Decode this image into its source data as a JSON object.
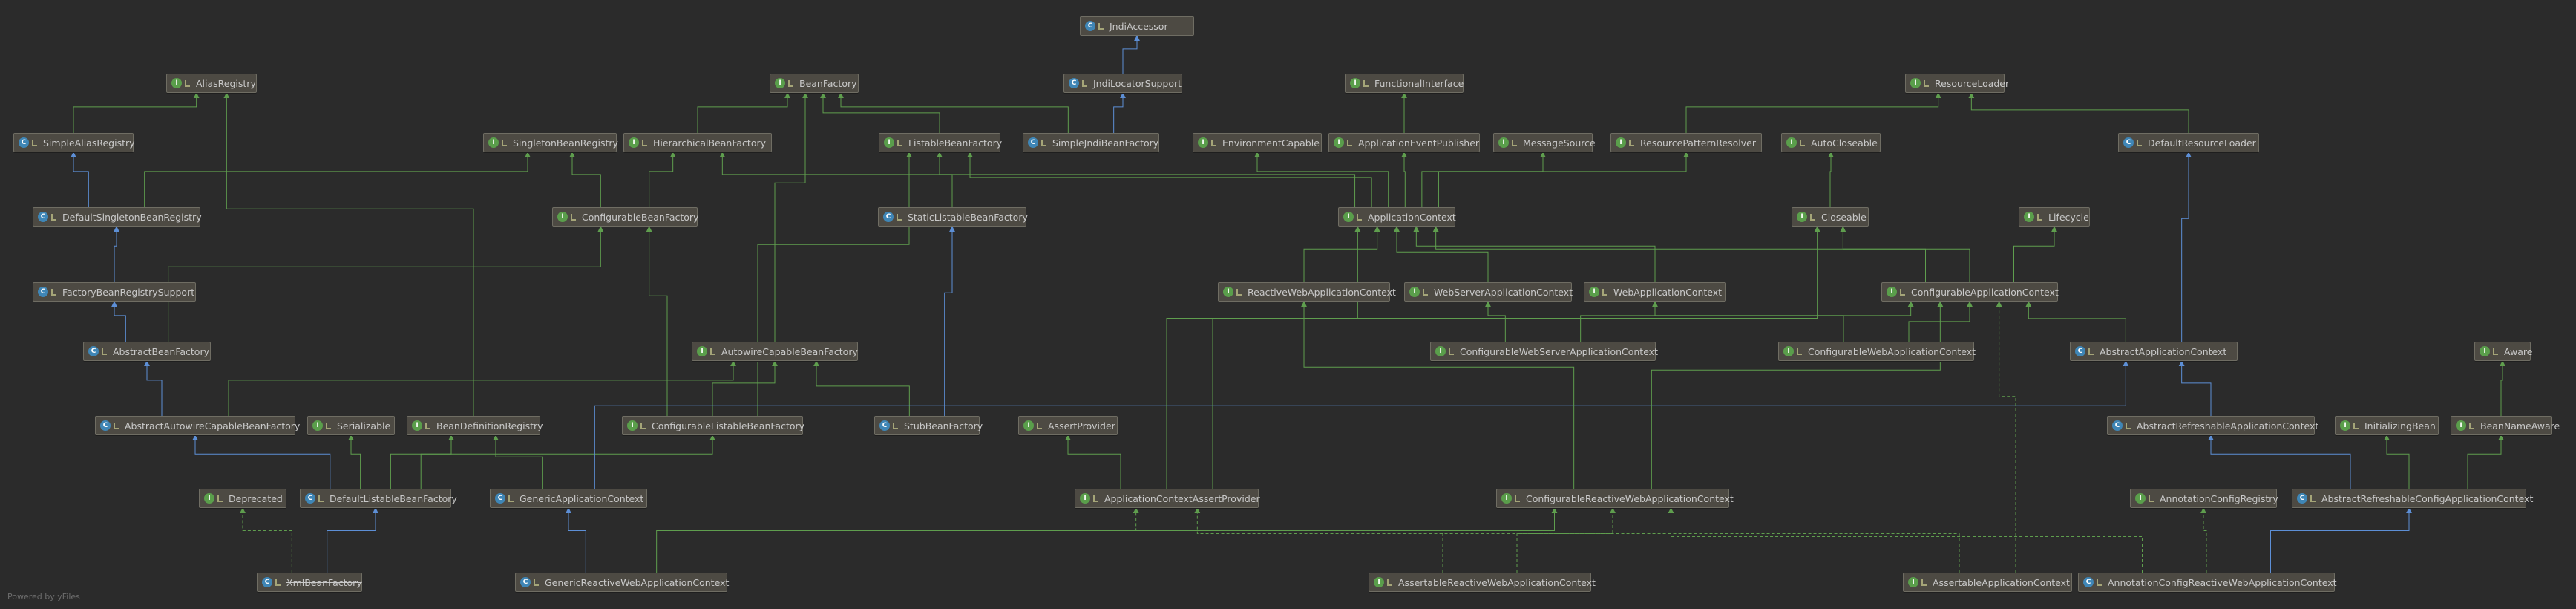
{
  "colors": {
    "background": "#2b2b2b",
    "node_fill": "#4d4a43",
    "node_border": "#6f6d63",
    "text": "#c9c9c9",
    "extends_edge": "#5d8fd6",
    "interface_edge": "#5f9e4e",
    "interface_icon": "#5a9e4b",
    "class_icon": "#3f86b6"
  },
  "footer": "Powered by yFiles",
  "nodes": [
    {
      "id": "JndiAccessor",
      "label": "JndiAccessor",
      "kind": "class"
    },
    {
      "id": "AliasRegistry",
      "label": "AliasRegistry",
      "kind": "interface"
    },
    {
      "id": "BeanFactory",
      "label": "BeanFactory",
      "kind": "interface"
    },
    {
      "id": "JndiLocatorSupport",
      "label": "JndiLocatorSupport",
      "kind": "class"
    },
    {
      "id": "FunctionalInterface",
      "label": "FunctionalInterface",
      "kind": "interface"
    },
    {
      "id": "ResourceLoader",
      "label": "ResourceLoader",
      "kind": "interface"
    },
    {
      "id": "SimpleAliasRegistry",
      "label": "SimpleAliasRegistry",
      "kind": "class"
    },
    {
      "id": "SingletonBeanRegistry",
      "label": "SingletonBeanRegistry",
      "kind": "interface"
    },
    {
      "id": "HierarchicalBeanFactory",
      "label": "HierarchicalBeanFactory",
      "kind": "interface"
    },
    {
      "id": "ListableBeanFactory",
      "label": "ListableBeanFactory",
      "kind": "interface"
    },
    {
      "id": "SimpleJndiBeanFactory",
      "label": "SimpleJndiBeanFactory",
      "kind": "class"
    },
    {
      "id": "EnvironmentCapable",
      "label": "EnvironmentCapable",
      "kind": "interface"
    },
    {
      "id": "ApplicationEventPublisher",
      "label": "ApplicationEventPublisher",
      "kind": "interface"
    },
    {
      "id": "MessageSource",
      "label": "MessageSource",
      "kind": "interface"
    },
    {
      "id": "ResourcePatternResolver",
      "label": "ResourcePatternResolver",
      "kind": "interface"
    },
    {
      "id": "AutoCloseable",
      "label": "AutoCloseable",
      "kind": "interface"
    },
    {
      "id": "DefaultResourceLoader",
      "label": "DefaultResourceLoader",
      "kind": "class"
    },
    {
      "id": "DefaultSingletonBeanRegistry",
      "label": "DefaultSingletonBeanRegistry",
      "kind": "class"
    },
    {
      "id": "ConfigurableBeanFactory",
      "label": "ConfigurableBeanFactory",
      "kind": "interface"
    },
    {
      "id": "StaticListableBeanFactory",
      "label": "StaticListableBeanFactory",
      "kind": "class"
    },
    {
      "id": "ApplicationContext",
      "label": "ApplicationContext",
      "kind": "interface"
    },
    {
      "id": "Closeable",
      "label": "Closeable",
      "kind": "interface"
    },
    {
      "id": "Lifecycle",
      "label": "Lifecycle",
      "kind": "interface"
    },
    {
      "id": "FactoryBeanRegistrySupport",
      "label": "FactoryBeanRegistrySupport",
      "kind": "class"
    },
    {
      "id": "ReactiveWebApplicationContext",
      "label": "ReactiveWebApplicationContext",
      "kind": "interface"
    },
    {
      "id": "WebServerApplicationContext",
      "label": "WebServerApplicationContext",
      "kind": "interface"
    },
    {
      "id": "WebApplicationContext",
      "label": "WebApplicationContext",
      "kind": "interface"
    },
    {
      "id": "ConfigurableApplicationContext",
      "label": "ConfigurableApplicationContext",
      "kind": "interface"
    },
    {
      "id": "AbstractBeanFactory",
      "label": "AbstractBeanFactory",
      "kind": "class"
    },
    {
      "id": "AutowireCapableBeanFactory",
      "label": "AutowireCapableBeanFactory",
      "kind": "interface"
    },
    {
      "id": "ConfigurableWebServerApplicationContext",
      "label": "ConfigurableWebServerApplicationContext",
      "kind": "interface"
    },
    {
      "id": "ConfigurableWebApplicationContext",
      "label": "ConfigurableWebApplicationContext",
      "kind": "interface"
    },
    {
      "id": "AbstractApplicationContext",
      "label": "AbstractApplicationContext",
      "kind": "class"
    },
    {
      "id": "Aware",
      "label": "Aware",
      "kind": "interface"
    },
    {
      "id": "AbstractAutowireCapableBeanFactory",
      "label": "AbstractAutowireCapableBeanFactory",
      "kind": "class"
    },
    {
      "id": "Serializable",
      "label": "Serializable",
      "kind": "interface"
    },
    {
      "id": "BeanDefinitionRegistry",
      "label": "BeanDefinitionRegistry",
      "kind": "interface"
    },
    {
      "id": "ConfigurableListableBeanFactory",
      "label": "ConfigurableListableBeanFactory",
      "kind": "interface"
    },
    {
      "id": "StubBeanFactory",
      "label": "StubBeanFactory",
      "kind": "class"
    },
    {
      "id": "AssertProvider",
      "label": "AssertProvider",
      "kind": "interface"
    },
    {
      "id": "AbstractRefreshableApplicationContext",
      "label": "AbstractRefreshableApplicationContext",
      "kind": "class"
    },
    {
      "id": "InitializingBean",
      "label": "InitializingBean",
      "kind": "interface"
    },
    {
      "id": "BeanNameAware",
      "label": "BeanNameAware",
      "kind": "interface"
    },
    {
      "id": "Deprecated",
      "label": "Deprecated",
      "kind": "interface"
    },
    {
      "id": "DefaultListableBeanFactory",
      "label": "DefaultListableBeanFactory",
      "kind": "class"
    },
    {
      "id": "GenericApplicationContext",
      "label": "GenericApplicationContext",
      "kind": "class"
    },
    {
      "id": "ApplicationContextAssertProvider",
      "label": "ApplicationContextAssertProvider",
      "kind": "interface"
    },
    {
      "id": "ConfigurableReactiveWebApplicationContext",
      "label": "ConfigurableReactiveWebApplicationContext",
      "kind": "interface"
    },
    {
      "id": "AnnotationConfigRegistry",
      "label": "AnnotationConfigRegistry",
      "kind": "interface"
    },
    {
      "id": "AbstractRefreshableConfigApplicationContext",
      "label": "AbstractRefreshableConfigApplicationContext",
      "kind": "class"
    },
    {
      "id": "XmlBeanFactory",
      "label": "XmlBeanFactory",
      "kind": "class",
      "deprecated": true
    },
    {
      "id": "GenericReactiveWebApplicationContext",
      "label": "GenericReactiveWebApplicationContext",
      "kind": "class"
    },
    {
      "id": "AssertableReactiveWebApplicationContext",
      "label": "AssertableReactiveWebApplicationContext",
      "kind": "interface"
    },
    {
      "id": "AssertableApplicationContext",
      "label": "AssertableApplicationContext",
      "kind": "interface"
    },
    {
      "id": "AnnotationConfigReactiveWebApplicationContext",
      "label": "AnnotationConfigReactiveWebApplicationContext",
      "kind": "class"
    }
  ],
  "edges": [
    {
      "from": "JndiLocatorSupport",
      "to": "JndiAccessor",
      "type": "extends"
    },
    {
      "from": "SimpleJndiBeanFactory",
      "to": "JndiLocatorSupport",
      "type": "extends"
    },
    {
      "from": "SimpleJndiBeanFactory",
      "to": "BeanFactory",
      "type": "implements"
    },
    {
      "from": "SimpleAliasRegistry",
      "to": "AliasRegistry",
      "type": "implements"
    },
    {
      "from": "DefaultSingletonBeanRegistry",
      "to": "SimpleAliasRegistry",
      "type": "extends"
    },
    {
      "from": "DefaultSingletonBeanRegistry",
      "to": "SingletonBeanRegistry",
      "type": "implements"
    },
    {
      "from": "FactoryBeanRegistrySupport",
      "to": "DefaultSingletonBeanRegistry",
      "type": "extends"
    },
    {
      "from": "AbstractBeanFactory",
      "to": "FactoryBeanRegistrySupport",
      "type": "extends"
    },
    {
      "from": "AbstractBeanFactory",
      "to": "ConfigurableBeanFactory",
      "type": "implements"
    },
    {
      "from": "AbstractAutowireCapableBeanFactory",
      "to": "AbstractBeanFactory",
      "type": "extends"
    },
    {
      "from": "AbstractAutowireCapableBeanFactory",
      "to": "AutowireCapableBeanFactory",
      "type": "implements"
    },
    {
      "from": "DefaultListableBeanFactory",
      "to": "AbstractAutowireCapableBeanFactory",
      "type": "extends"
    },
    {
      "from": "DefaultListableBeanFactory",
      "to": "Serializable",
      "type": "implements"
    },
    {
      "from": "DefaultListableBeanFactory",
      "to": "BeanDefinitionRegistry",
      "type": "implements"
    },
    {
      "from": "DefaultListableBeanFactory",
      "to": "ConfigurableListableBeanFactory",
      "type": "implements"
    },
    {
      "from": "XmlBeanFactory",
      "to": "DefaultListableBeanFactory",
      "type": "extends"
    },
    {
      "from": "XmlBeanFactory",
      "to": "Deprecated",
      "type": "implements"
    },
    {
      "from": "BeanDefinitionRegistry",
      "to": "AliasRegistry",
      "type": "implements"
    },
    {
      "from": "HierarchicalBeanFactory",
      "to": "BeanFactory",
      "type": "implements"
    },
    {
      "from": "ListableBeanFactory",
      "to": "BeanFactory",
      "type": "implements"
    },
    {
      "from": "AutowireCapableBeanFactory",
      "to": "BeanFactory",
      "type": "implements"
    },
    {
      "from": "ConfigurableBeanFactory",
      "to": "HierarchicalBeanFactory",
      "type": "implements"
    },
    {
      "from": "ConfigurableBeanFactory",
      "to": "SingletonBeanRegistry",
      "type": "implements"
    },
    {
      "from": "ConfigurableListableBeanFactory",
      "to": "ListableBeanFactory",
      "type": "implements"
    },
    {
      "from": "ConfigurableListableBeanFactory",
      "to": "AutowireCapableBeanFactory",
      "type": "implements"
    },
    {
      "from": "ConfigurableListableBeanFactory",
      "to": "ConfigurableBeanFactory",
      "type": "implements"
    },
    {
      "from": "StaticListableBeanFactory",
      "to": "ListableBeanFactory",
      "type": "implements"
    },
    {
      "from": "StubBeanFactory",
      "to": "StaticListableBeanFactory",
      "type": "extends"
    },
    {
      "from": "StubBeanFactory",
      "to": "AutowireCapableBeanFactory",
      "type": "implements"
    },
    {
      "from": "ApplicationContext",
      "to": "EnvironmentCapable",
      "type": "implements"
    },
    {
      "from": "ApplicationContext",
      "to": "ListableBeanFactory",
      "type": "implements"
    },
    {
      "from": "ApplicationContext",
      "to": "HierarchicalBeanFactory",
      "type": "implements"
    },
    {
      "from": "ApplicationContext",
      "to": "MessageSource",
      "type": "implements"
    },
    {
      "from": "ApplicationContext",
      "to": "ApplicationEventPublisher",
      "type": "implements"
    },
    {
      "from": "ApplicationContext",
      "to": "ResourcePatternResolver",
      "type": "implements"
    },
    {
      "from": "ApplicationEventPublisher",
      "to": "FunctionalInterface",
      "type": "implements"
    },
    {
      "from": "ResourcePatternResolver",
      "to": "ResourceLoader",
      "type": "implements"
    },
    {
      "from": "DefaultResourceLoader",
      "to": "ResourceLoader",
      "type": "implements"
    },
    {
      "from": "Closeable",
      "to": "AutoCloseable",
      "type": "implements"
    },
    {
      "from": "ReactiveWebApplicationContext",
      "to": "ApplicationContext",
      "type": "implements"
    },
    {
      "from": "WebServerApplicationContext",
      "to": "ApplicationContext",
      "type": "implements"
    },
    {
      "from": "WebApplicationContext",
      "to": "ApplicationContext",
      "type": "implements"
    },
    {
      "from": "ConfigurableApplicationContext",
      "to": "ApplicationContext",
      "type": "implements"
    },
    {
      "from": "ConfigurableApplicationContext",
      "to": "Lifecycle",
      "type": "implements"
    },
    {
      "from": "ConfigurableApplicationContext",
      "to": "Closeable",
      "type": "implements"
    },
    {
      "from": "ConfigurableWebServerApplicationContext",
      "to": "ConfigurableApplicationContext",
      "type": "implements"
    },
    {
      "from": "ConfigurableWebServerApplicationContext",
      "to": "WebServerApplicationContext",
      "type": "implements"
    },
    {
      "from": "ConfigurableWebApplicationContext",
      "to": "WebApplicationContext",
      "type": "implements"
    },
    {
      "from": "ConfigurableWebApplicationContext",
      "to": "ConfigurableApplicationContext",
      "type": "implements"
    },
    {
      "from": "AbstractApplicationContext",
      "to": "DefaultResourceLoader",
      "type": "extends"
    },
    {
      "from": "AbstractApplicationContext",
      "to": "ConfigurableApplicationContext",
      "type": "implements"
    },
    {
      "from": "AbstractRefreshableApplicationContext",
      "to": "AbstractApplicationContext",
      "type": "extends"
    },
    {
      "from": "AbstractRefreshableConfigApplicationContext",
      "to": "AbstractRefreshableApplicationContext",
      "type": "extends"
    },
    {
      "from": "AbstractRefreshableConfigApplicationContext",
      "to": "BeanNameAware",
      "type": "implements"
    },
    {
      "from": "AbstractRefreshableConfigApplicationContext",
      "to": "InitializingBean",
      "type": "implements"
    },
    {
      "from": "BeanNameAware",
      "to": "Aware",
      "type": "implements"
    },
    {
      "from": "GenericApplicationContext",
      "to": "AbstractApplicationContext",
      "type": "extends"
    },
    {
      "from": "GenericApplicationContext",
      "to": "BeanDefinitionRegistry",
      "type": "implements"
    },
    {
      "from": "GenericReactiveWebApplicationContext",
      "to": "GenericApplicationContext",
      "type": "extends"
    },
    {
      "from": "GenericReactiveWebApplicationContext",
      "to": "ConfigurableReactiveWebApplicationContext",
      "type": "implements"
    },
    {
      "from": "ApplicationContextAssertProvider",
      "to": "ApplicationContext",
      "type": "implements"
    },
    {
      "from": "ApplicationContextAssertProvider",
      "to": "AssertProvider",
      "type": "implements"
    },
    {
      "from": "ApplicationContextAssertProvider",
      "to": "Closeable",
      "type": "implements"
    },
    {
      "from": "ConfigurableReactiveWebApplicationContext",
      "to": "ReactiveWebApplicationContext",
      "type": "implements"
    },
    {
      "from": "ConfigurableReactiveWebApplicationContext",
      "to": "ConfigurableApplicationContext",
      "type": "implements"
    },
    {
      "from": "AssertableReactiveWebApplicationContext",
      "to": "ApplicationContextAssertProvider",
      "type": "implements"
    },
    {
      "from": "AssertableReactiveWebApplicationContext",
      "to": "ConfigurableReactiveWebApplicationContext",
      "type": "implements"
    },
    {
      "from": "AssertableApplicationContext",
      "to": "ApplicationContextAssertProvider",
      "type": "implements"
    },
    {
      "from": "AssertableApplicationContext",
      "to": "ConfigurableApplicationContext",
      "type": "implements"
    },
    {
      "from": "AnnotationConfigReactiveWebApplicationContext",
      "to": "AbstractRefreshableConfigApplicationContext",
      "type": "extends"
    },
    {
      "from": "AnnotationConfigReactiveWebApplicationContext",
      "to": "AnnotationConfigRegistry",
      "type": "implements"
    },
    {
      "from": "AnnotationConfigReactiveWebApplicationContext",
      "to": "ConfigurableReactiveWebApplicationContext",
      "type": "implements"
    }
  ]
}
